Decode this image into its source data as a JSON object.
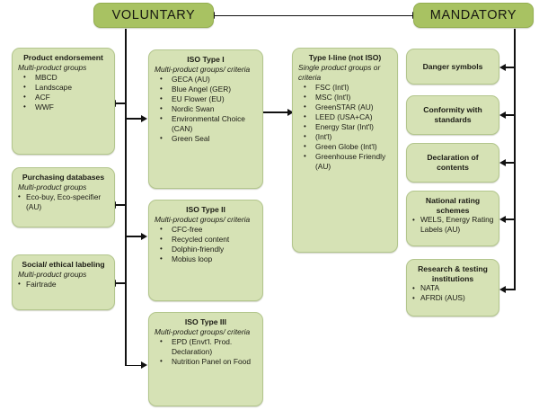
{
  "headers": {
    "voluntary": "VOLUNTARY",
    "mandatory": "MANDATORY"
  },
  "labels": {
    "multi_product_groups": "Multi-product groups",
    "multi_product_groups_criteria": "Multi-product groups/ criteria",
    "single_product_groups_criteria": "Single product groups or criteria"
  },
  "voluntary_left": [
    {
      "title": "Product endorsement",
      "subtitle": "Multi-product groups",
      "items": [
        "MBCD",
        "Landscape",
        "ACF",
        "WWF"
      ]
    },
    {
      "title": "Purchasing databases",
      "subtitle": "Multi-product groups",
      "items": [
        "Eco-buy, Eco-specifier (AU)"
      ]
    },
    {
      "title": "Social/ ethical labeling",
      "subtitle": "Multi-product groups",
      "items": [
        "Fairtrade"
      ]
    }
  ],
  "voluntary_iso": [
    {
      "title": "ISO Type I",
      "subtitle": "Multi-product groups/ criteria",
      "items": [
        "GECA (AU)",
        "Blue Angel (GER)",
        "EU Flower (EU)",
        "Nordic Swan",
        "Environmental Choice (CAN)",
        "Green Seal"
      ]
    },
    {
      "title": "ISO Type II",
      "subtitle": "Multi-product groups/ criteria",
      "items": [
        "CFC-free",
        "Recycled content",
        "Dolphin-friendly",
        "Mobius loop"
      ]
    },
    {
      "title": "ISO Type III",
      "subtitle": "Multi-product groups/ criteria",
      "items": [
        "EPD (Envt'l. Prod. Declaration)",
        "Nutrition Panel on Food"
      ]
    }
  ],
  "type_i_line": {
    "title": "Type I-line (not ISO)",
    "subtitle": "Single product groups or criteria",
    "items": [
      "FSC (Int'l)",
      "MSC (Int'l)",
      "GreenSTAR (AU)",
      "LEED (USA+CA)",
      "Energy Star (Int'l)",
      " (Int'l)",
      "Green Globe (Int'l)",
      "Greenhouse Friendly (AU)"
    ]
  },
  "mandatory_boxes": [
    {
      "title": "Danger symbols",
      "items": []
    },
    {
      "title": "Conformity with standards",
      "items": []
    },
    {
      "title": "Declaration of contents",
      "items": []
    },
    {
      "title": "National rating schemes",
      "items": [
        "WELS, Energy Rating Labels (AU)"
      ]
    },
    {
      "title": "Research & testing institutions",
      "items": [
        "NATA",
        "AFRDi (AUS)"
      ]
    }
  ],
  "colors": {
    "header_fill": "#a8c262",
    "box_fill": "#d6e2b5",
    "box_border": "#b3c68d",
    "connector": "#111111",
    "text": "#1b1b14"
  }
}
